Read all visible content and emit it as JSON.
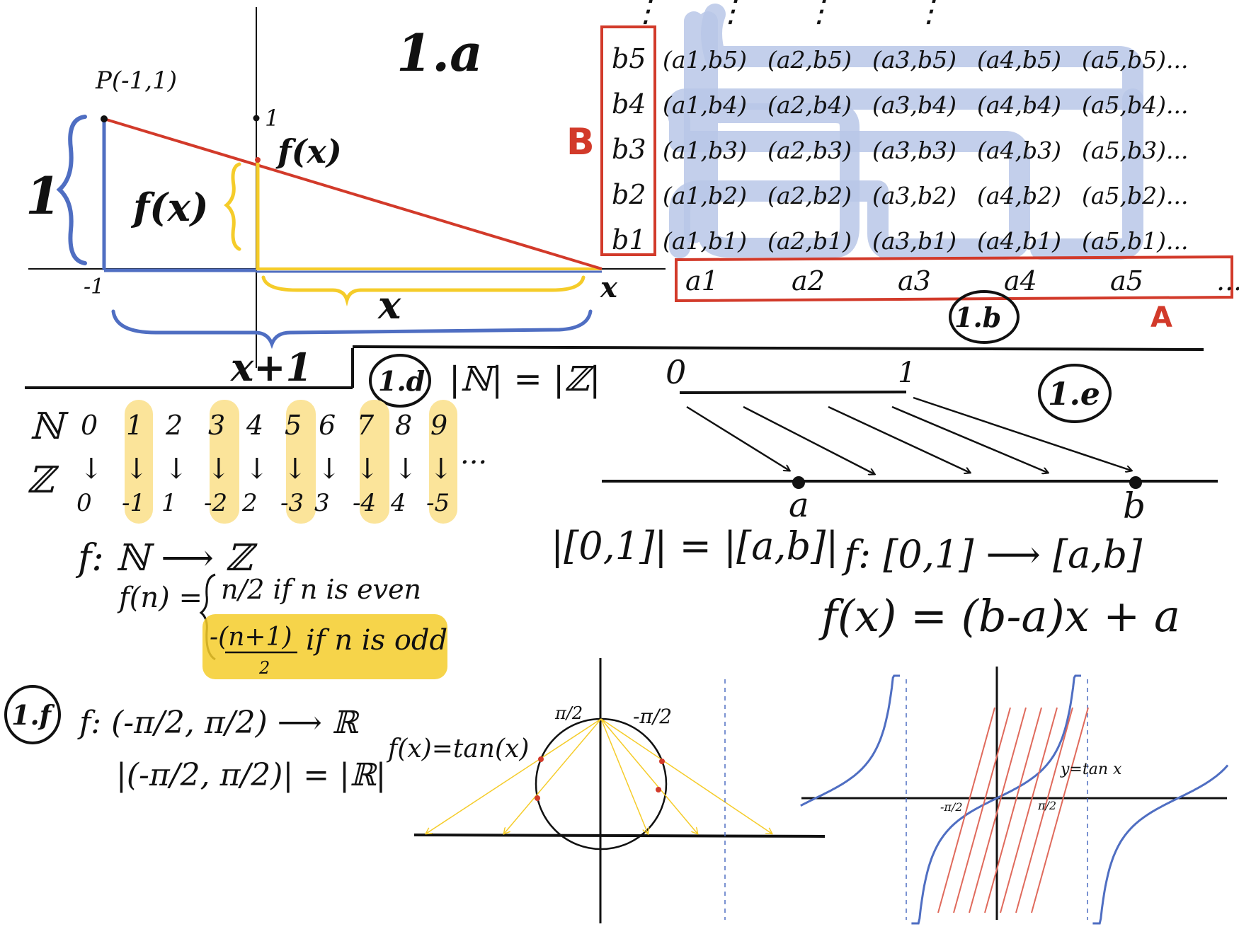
{
  "colors": {
    "ink": "#111111",
    "blue": "#4f6ec2",
    "blue_highlight": "#b9c7e8",
    "red": "#d23a2a",
    "yellow": "#f5cc2a",
    "yellow_highlight": "#fbe49a",
    "pink": "#e06a5c"
  },
  "panel_1a": {
    "label": "1.a",
    "point_label": "P(-1,1)",
    "tick_one": "1",
    "tick_neg_one": "-1",
    "fx_blue": "f(x)",
    "fx_yellow": "f(x)",
    "left_height": "1",
    "x_axis": "x",
    "x_yellow": "x",
    "x_plus_one": "x+1"
  },
  "panel_1b": {
    "label": "1.b",
    "set_b": "B",
    "set_a": "A",
    "b_labels": [
      "b5",
      "b4",
      "b3",
      "b2",
      "b1"
    ],
    "a_labels": [
      "a1",
      "a2",
      "a3",
      "a4",
      "a5",
      "..."
    ],
    "rows": [
      [
        "(a1,b5)",
        "(a2,b5)",
        "(a3,b5)",
        "(a4,b5)",
        "(a5,b5)..."
      ],
      [
        "(a1,b4)",
        "(a2,b4)",
        "(a3,b4)",
        "(a4,b4)",
        "(a5,b4)..."
      ],
      [
        "(a1,b3)",
        "(a2,b3)",
        "(a3,b3)",
        "(a4,b3)",
        "(a5,b3)..."
      ],
      [
        "(a1,b2)",
        "(a2,b2)",
        "(a3,b2)",
        "(a4,b2)",
        "(a5,b2)..."
      ],
      [
        "(a1,b1)",
        "(a2,b1)",
        "(a3,b1)",
        "(a4,b1)",
        "(a5,b1)..."
      ]
    ],
    "dots": "⋮"
  },
  "panel_1d": {
    "label": "1.d",
    "equation": "|ℕ| = |ℤ|",
    "n_symbol": "ℕ",
    "z_symbol": "ℤ",
    "n_values": [
      "0",
      "1",
      "2",
      "3",
      "4",
      "5",
      "6",
      "7",
      "8",
      "9"
    ],
    "z_values": [
      "0",
      "-1",
      "1",
      "-2",
      "2",
      "-3",
      "3",
      "-4",
      "4",
      "-5"
    ],
    "arrow": "↓",
    "ellipsis": "...",
    "map_line": "f: ℕ ⟶ ℤ",
    "fn_left": "f(n) =",
    "case_even": "n/2  if n is even",
    "case_odd_num": "-(n+1)",
    "case_odd_den": "2",
    "case_odd_tail": "if n is odd"
  },
  "panel_1e": {
    "label": "1.e",
    "zero": "0",
    "one": "1",
    "a": "a",
    "b": "b",
    "cardinality": "|[0,1]| = |[a,b]|",
    "map_line": "f: [0,1] ⟶ [a,b]",
    "formula": "f(x) = (b-a)x + a"
  },
  "panel_1f": {
    "label": "1.f",
    "map_line": "f: (-π/2, π/2) ⟶ ℝ",
    "cardinality": "|(-π/2, π/2)| = |ℝ|",
    "circle_left": "π/2",
    "circle_right": "-π/2",
    "tan_label": "f(x)=tan(x)",
    "graph_label": "y=tan x",
    "tick_neg": "-π/2",
    "tick_pos": "π/2"
  }
}
